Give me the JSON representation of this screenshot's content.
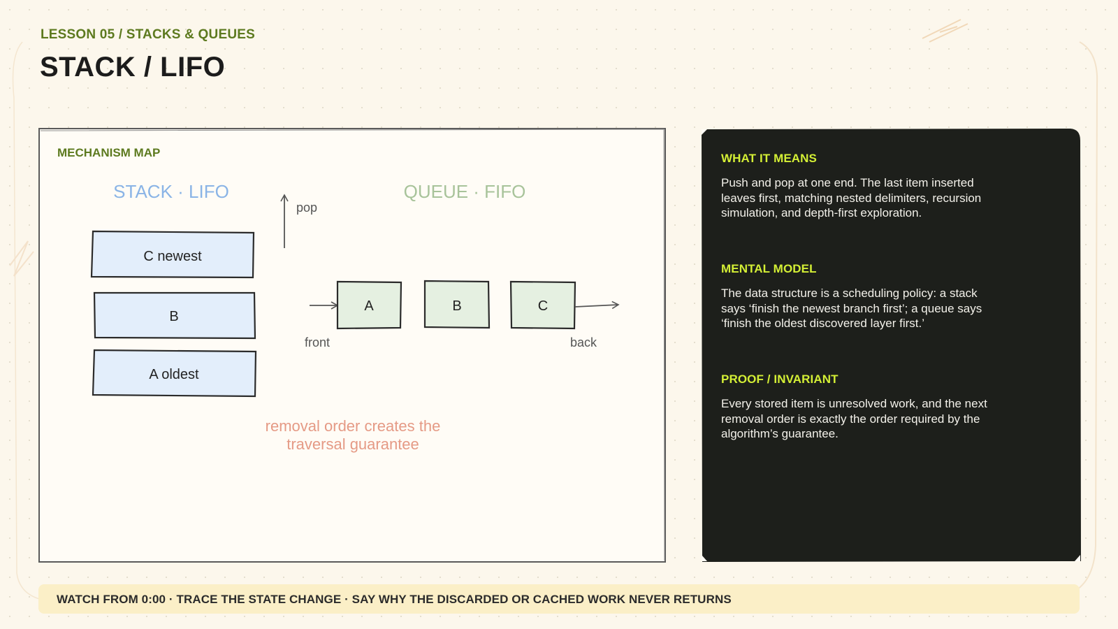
{
  "header": {
    "eyebrow": "LESSON 05 / STACKS & QUEUES",
    "title": "STACK / LIFO"
  },
  "mechanism_map": {
    "label": "MECHANISM MAP",
    "stack": {
      "title": "STACK · LIFO",
      "items": [
        "C newest",
        "B",
        "A oldest"
      ],
      "pop_label": "pop"
    },
    "queue": {
      "title": "QUEUE · FIFO",
      "items": [
        "A",
        "B",
        "C"
      ],
      "front_label": "front",
      "back_label": "back"
    },
    "caption": [
      "removal order creates the",
      "traversal guarantee"
    ],
    "colors": {
      "stack_title": "#8ab4e6",
      "stack_fill": "#e3eefb",
      "queue_title": "#a8c39a",
      "queue_fill": "#e5f0e1",
      "caption": "#e59a85",
      "ink": "#2b2b2b"
    }
  },
  "info": {
    "sections": [
      {
        "heading": "WHAT IT MEANS",
        "body": "Push and pop at one end. The last item inserted leaves first, matching nested delimiters, recursion simulation, and depth-first exploration."
      },
      {
        "heading": "MENTAL MODEL",
        "body": "The data structure is a scheduling policy: a stack says ‘finish the newest branch first’; a queue says ‘finish the oldest discovered layer first.’"
      },
      {
        "heading": "PROOF / INVARIANT",
        "body": "Every stored item is unresolved work, and the next removal order is exactly the order required by the algorithm’s guarantee."
      }
    ],
    "colors": {
      "background": "#1d1f1b",
      "heading": "#d4ef35",
      "text": "#f3f1ea"
    }
  },
  "footer": {
    "text": "WATCH FROM 0:00 · TRACE THE STATE CHANGE · SAY WHY THE DISCARDED OR CACHED WORK NEVER RETURNS"
  }
}
